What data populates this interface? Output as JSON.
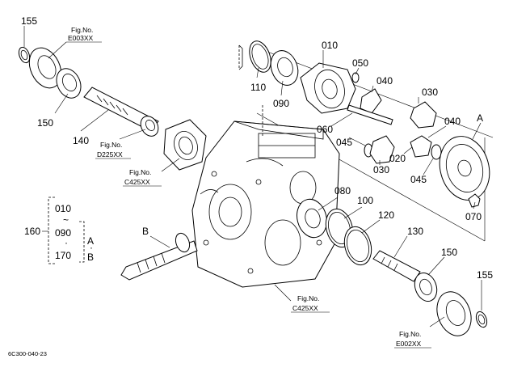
{
  "diagram": {
    "page_code": "6C300-040-23",
    "part_numbers": {
      "p155_top": "155",
      "p150_top": "150",
      "p140": "140",
      "p110": "110",
      "p090": "090",
      "p010": "010",
      "p050": "050",
      "p040_a": "040",
      "p030_a": "030",
      "p060": "060",
      "p045_a": "045",
      "p020": "020",
      "p030_b": "030",
      "p040_b": "040",
      "p045_b": "045",
      "p070": "070",
      "p080": "080",
      "p100": "100",
      "p120": "120",
      "p130": "130",
      "p150_bottom": "150",
      "p155_bottom": "155",
      "p160": "160"
    },
    "callouts": {
      "a": "A",
      "b": "B"
    },
    "group": {
      "first": "010",
      "tilde": "~",
      "mid": "090",
      "dot": "·",
      "last": "170",
      "opt_a": "A",
      "opt_dot": "·",
      "opt_b": "B"
    },
    "fig_refs": [
      {
        "label": "Fig.No.",
        "code": "E003XX"
      },
      {
        "label": "Fig.No.",
        "code": "D225XX"
      },
      {
        "label": "Fig.No.",
        "code": "C425XX"
      },
      {
        "label": "Fig.No.",
        "code": "C425XX"
      },
      {
        "label": "Fig.No.",
        "code": "E002XX"
      }
    ]
  }
}
